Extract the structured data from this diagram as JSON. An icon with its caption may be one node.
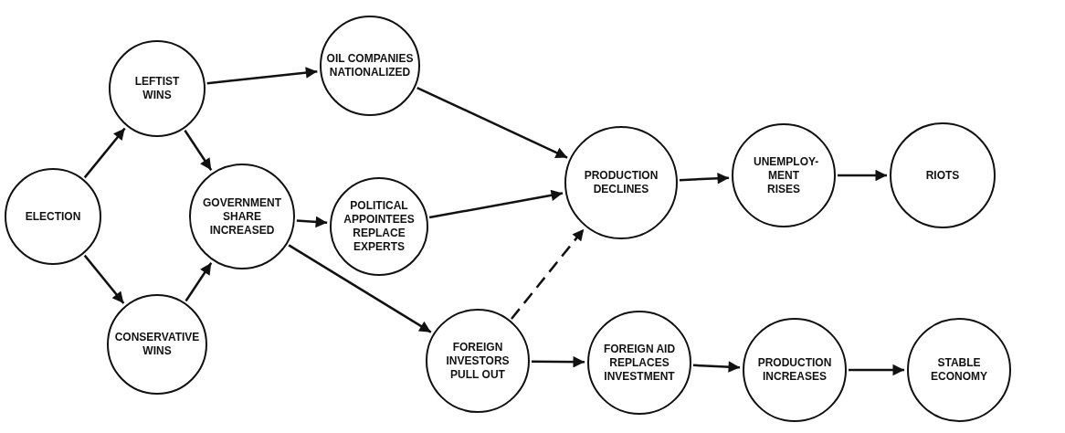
{
  "diagram": {
    "nodes": [
      {
        "text": [
          "ELECTION"
        ]
      },
      {
        "text": [
          "LEFTIST WINS"
        ]
      },
      {
        "text": [
          "CONSERVATIVE WINS"
        ]
      },
      {
        "text": [
          "GOVERNMENT SHARE INCREASED"
        ]
      },
      {
        "text": [
          "OIL COMPANIES NATIONALIZED"
        ]
      },
      {
        "text": [
          "POLITICAL APPOINTEES REPLACE EXPERTS"
        ]
      },
      {
        "text": [
          "FOREIGN INVESTORS PULL OUT"
        ]
      },
      {
        "text": [
          "PRODUCTION DECLINES"
        ]
      },
      {
        "text": [
          "UNEMPLOY- MENT RISES"
        ]
      },
      {
        "text": [
          "RIOTS"
        ]
      },
      {
        "text": [
          "FOREIGN AID REPLACES INVESTMENT"
        ]
      },
      {
        "text": [
          "PRODUCTION INCREASES"
        ]
      },
      {
        "text": [
          "STABLE ECONOMY"
        ]
      }
    ],
    "edges": [
      {
        "from": 0,
        "to": 1,
        "arrow": "to"
      },
      {
        "from": 0,
        "to": 2,
        "arrow": "to"
      },
      {
        "from": 1,
        "to": 4,
        "arrow": "to"
      },
      {
        "from": 1,
        "to": 3,
        "arrow": "to"
      },
      {
        "from": 2,
        "to": 3,
        "arrow": "to"
      },
      {
        "from": 3,
        "to": 5,
        "arrow": "to"
      },
      {
        "from": 3,
        "to": 6,
        "arrow": "to"
      },
      {
        "from": 4,
        "to": 7,
        "arrow": "to"
      },
      {
        "from": 5,
        "to": 7,
        "arrow": "to"
      },
      {
        "from": 6,
        "to": 7,
        "arrow": "to",
        "style": "dashed"
      },
      {
        "from": 7,
        "to": 8,
        "arrow": "to"
      },
      {
        "from": 8,
        "to": 9,
        "arrow": "to"
      },
      {
        "from": 6,
        "to": 10,
        "arrow": "to"
      },
      {
        "from": 10,
        "to": 11,
        "arrow": "to"
      },
      {
        "from": 11,
        "to": 12,
        "arrow": "to"
      }
    ]
  }
}
